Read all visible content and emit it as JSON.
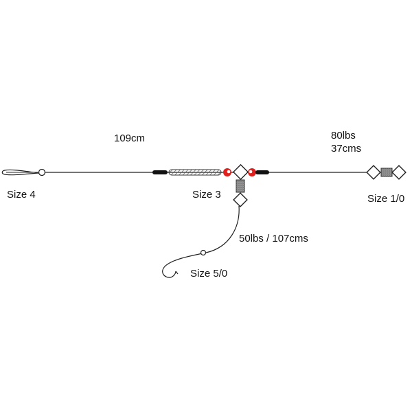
{
  "labels": {
    "main_length": "109cm",
    "leader_strength": "80lbs",
    "leader_length": "37cms",
    "left_snap_size": "Size 4",
    "center_swivel_size": "Size 3",
    "right_swivel_size": "Size 1/0",
    "dropper_spec": "50lbs / 107cms",
    "hook_size": "Size 5/0"
  },
  "colors": {
    "line": "#222222",
    "bead": "#e0201c",
    "sleeve": "#111111",
    "tube_fill": "#e6e6e6",
    "swivel_body": "#999999"
  },
  "icons": {
    "left_end": "snap-clip-icon",
    "tube": "crimp-tube-icon",
    "beads": "bead-icon",
    "swivels": "swivel-icon",
    "hook": "hook-icon"
  }
}
